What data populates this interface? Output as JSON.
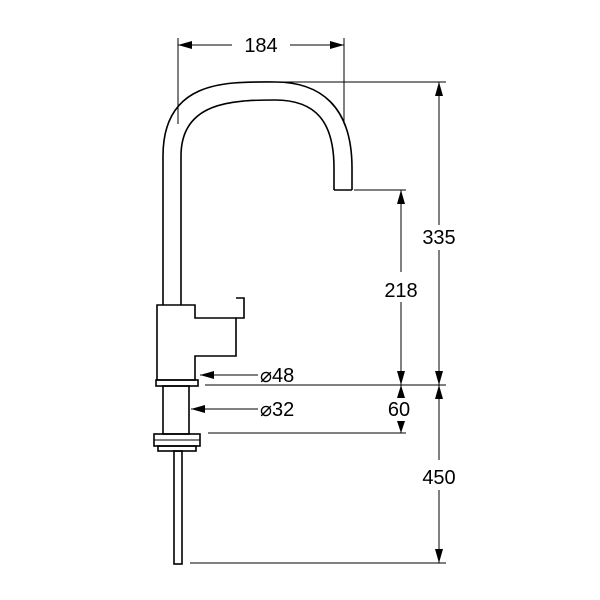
{
  "dimensions": {
    "spout_reach": "184",
    "total_height": "335",
    "outlet_height": "218",
    "base_diameter": "⌀48",
    "shank_diameter": "⌀32",
    "shank_length": "60",
    "hose_length": "450"
  },
  "colors": {
    "stroke": "#000000",
    "background": "#ffffff"
  }
}
